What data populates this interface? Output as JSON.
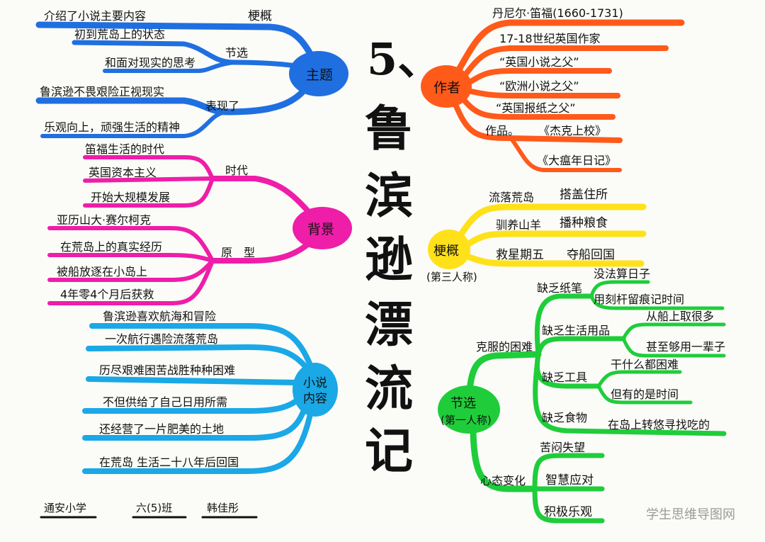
{
  "title": {
    "number": "5、",
    "chars": [
      "鲁",
      "滨",
      "逊",
      "漂",
      "流",
      "记"
    ]
  },
  "colors": {
    "blue": "#1f6fe0",
    "orange": "#ff5a1a",
    "magenta": "#ee1ea8",
    "yellow": "#ffe11a",
    "sky": "#1aa8e6",
    "green": "#1fcd3a",
    "ink": "#111111"
  },
  "theme": {
    "center": "主题",
    "branch1": {
      "label": "梗概",
      "items": [
        "介绍了小说主要内容"
      ]
    },
    "branch2": {
      "label": "节选",
      "items": [
        "初到荒岛上的状态",
        "和面对现实的思考"
      ]
    },
    "branch3": {
      "label": "表现了",
      "items": [
        "鲁滨逊不畏艰险正视现实",
        "乐观向上，顽强生活的精神"
      ]
    }
  },
  "background": {
    "center": "背景",
    "branch1": {
      "label": "时代",
      "items": [
        "笛福生活的时代",
        "英国资本主义",
        "开始大规模发展"
      ]
    },
    "branch2": {
      "label": "原　型",
      "items": [
        "亚历山大·赛尔柯克",
        "在荒岛上的真实经历",
        "被船放逐在小岛上",
        "4年零4个月后获救"
      ]
    }
  },
  "content": {
    "center_line1": "小说",
    "center_line2": "内容",
    "items": [
      "鲁滨逊喜欢航海和冒险",
      "一次航行遇险流落荒岛",
      "历尽艰难困苦战胜种种困难",
      "不但供给了自己日用所需",
      "还经营了一片肥美的土地",
      "在荒岛 生活二十八年后回国"
    ]
  },
  "author": {
    "center": "作者",
    "items": [
      "丹尼尔·笛福(1660-1731)",
      "17-18世纪英国作家",
      "“英国小说之父”",
      "“欧洲小说之父”",
      "“英国报纸之父”"
    ],
    "works_label": "作品。",
    "works": [
      "《杰克上校》",
      "《大瘟年日记》"
    ]
  },
  "synopsis": {
    "center": "梗概",
    "sub": "(第三人称)",
    "rows": [
      {
        "left": "流落荒岛",
        "right": "搭盖住所"
      },
      {
        "left": "驯养山羊",
        "right": "播种粮食"
      },
      {
        "left": "救星期五",
        "right": "夺船回国"
      }
    ]
  },
  "excerpt": {
    "center": "节选",
    "sub": "(第一人称)",
    "difficulty_label": "克服的困难",
    "difficulties": [
      {
        "label": "缺乏纸笔",
        "items": [
          "没法算日子",
          "用刻杆留痕记时间"
        ]
      },
      {
        "label": "缺乏生活用品",
        "items": [
          "从船上取很多",
          "甚至够用一辈子"
        ]
      },
      {
        "label": "缺乏工具",
        "items": [
          "干什么都困难",
          "但有的是时间"
        ]
      },
      {
        "label": "缺乏食物",
        "items": [
          "在岛上转悠寻找吃的"
        ]
      }
    ],
    "mood_label": "心态变化",
    "moods": [
      "苦闷失望",
      "智慧应对",
      "积极乐观"
    ]
  },
  "footer": {
    "school": "通安小学",
    "class": "六(5)班",
    "name": "韩佳彤"
  },
  "watermark": "学生思维导图网"
}
